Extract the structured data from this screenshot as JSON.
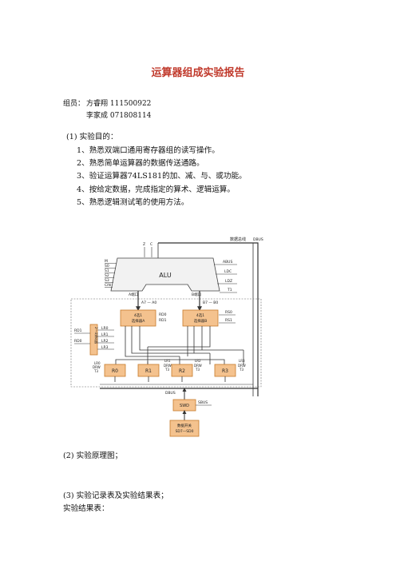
{
  "title": "运算器组成实验报告",
  "members": {
    "label": "组员：",
    "member1": "方睿翔  111500922",
    "member2": "李家成  071808114"
  },
  "section1": {
    "heading": "(1)   实验目的：",
    "items": [
      "1、熟悉双端口通用寄存器组的读写操作。",
      "2、熟悉简单运算器的数据传送通路。",
      "3、验证运算器74LS181的加、减、与、或功能。",
      "4、按给定数据，完成指定的算术、逻辑运算。",
      "5、熟悉逻辑测试笔的使用方法。"
    ]
  },
  "diagram": {
    "bus_label": "数据总线",
    "dbus": "DBUS",
    "z": "Z",
    "c": "C",
    "alu": "ALU",
    "alu_inputs": [
      "M",
      "S0",
      "S1",
      "S2",
      "S3",
      "CIN"
    ],
    "alu_outputs": [
      "ABUS",
      "LDC",
      "LDZ",
      "T1"
    ],
    "port_a": "A端口",
    "port_b": "B端口",
    "a_bits": "A7 — A0",
    "b_bits": "B7 — B0",
    "mux_a": [
      "4选1",
      "选择器A"
    ],
    "mux_b": [
      "4选1",
      "选择器B"
    ],
    "mux_a_ctrl": [
      "RD0",
      "RD1"
    ],
    "mux_b_ctrl": [
      "RS0",
      "RS1"
    ],
    "decoder_label": "2—4译码器",
    "decoder_in": [
      "RD1",
      "RD0"
    ],
    "decoder_out": [
      "LR0",
      "LR1",
      "LR2",
      "LR3"
    ],
    "registers": [
      "R0",
      "R1",
      "R2",
      "R3"
    ],
    "r0_ctrl": [
      "LR0",
      "DRW",
      "T3"
    ],
    "r1_ctrl": [
      "LR1",
      "DRW",
      "T3"
    ],
    "r2_ctrl": [
      "LR2",
      "DRW",
      "T3"
    ],
    "r3_ctrl": [
      "LR3",
      "DRW",
      "T3"
    ],
    "dbus_bottom": "DBUS",
    "swd": "SWD",
    "sbus": "SBUS",
    "switch": [
      "数据开关",
      "SD7—SD0"
    ],
    "colors": {
      "box_fill": "#f4c28e",
      "box_stroke": "#c77a2b",
      "alu_fill": "#f2f2f2"
    }
  },
  "section2": {
    "heading": "(2)   实验原理图；"
  },
  "section3": {
    "heading": "(3)  实验记录表及实验结果表；",
    "sub": "实验结果表："
  }
}
